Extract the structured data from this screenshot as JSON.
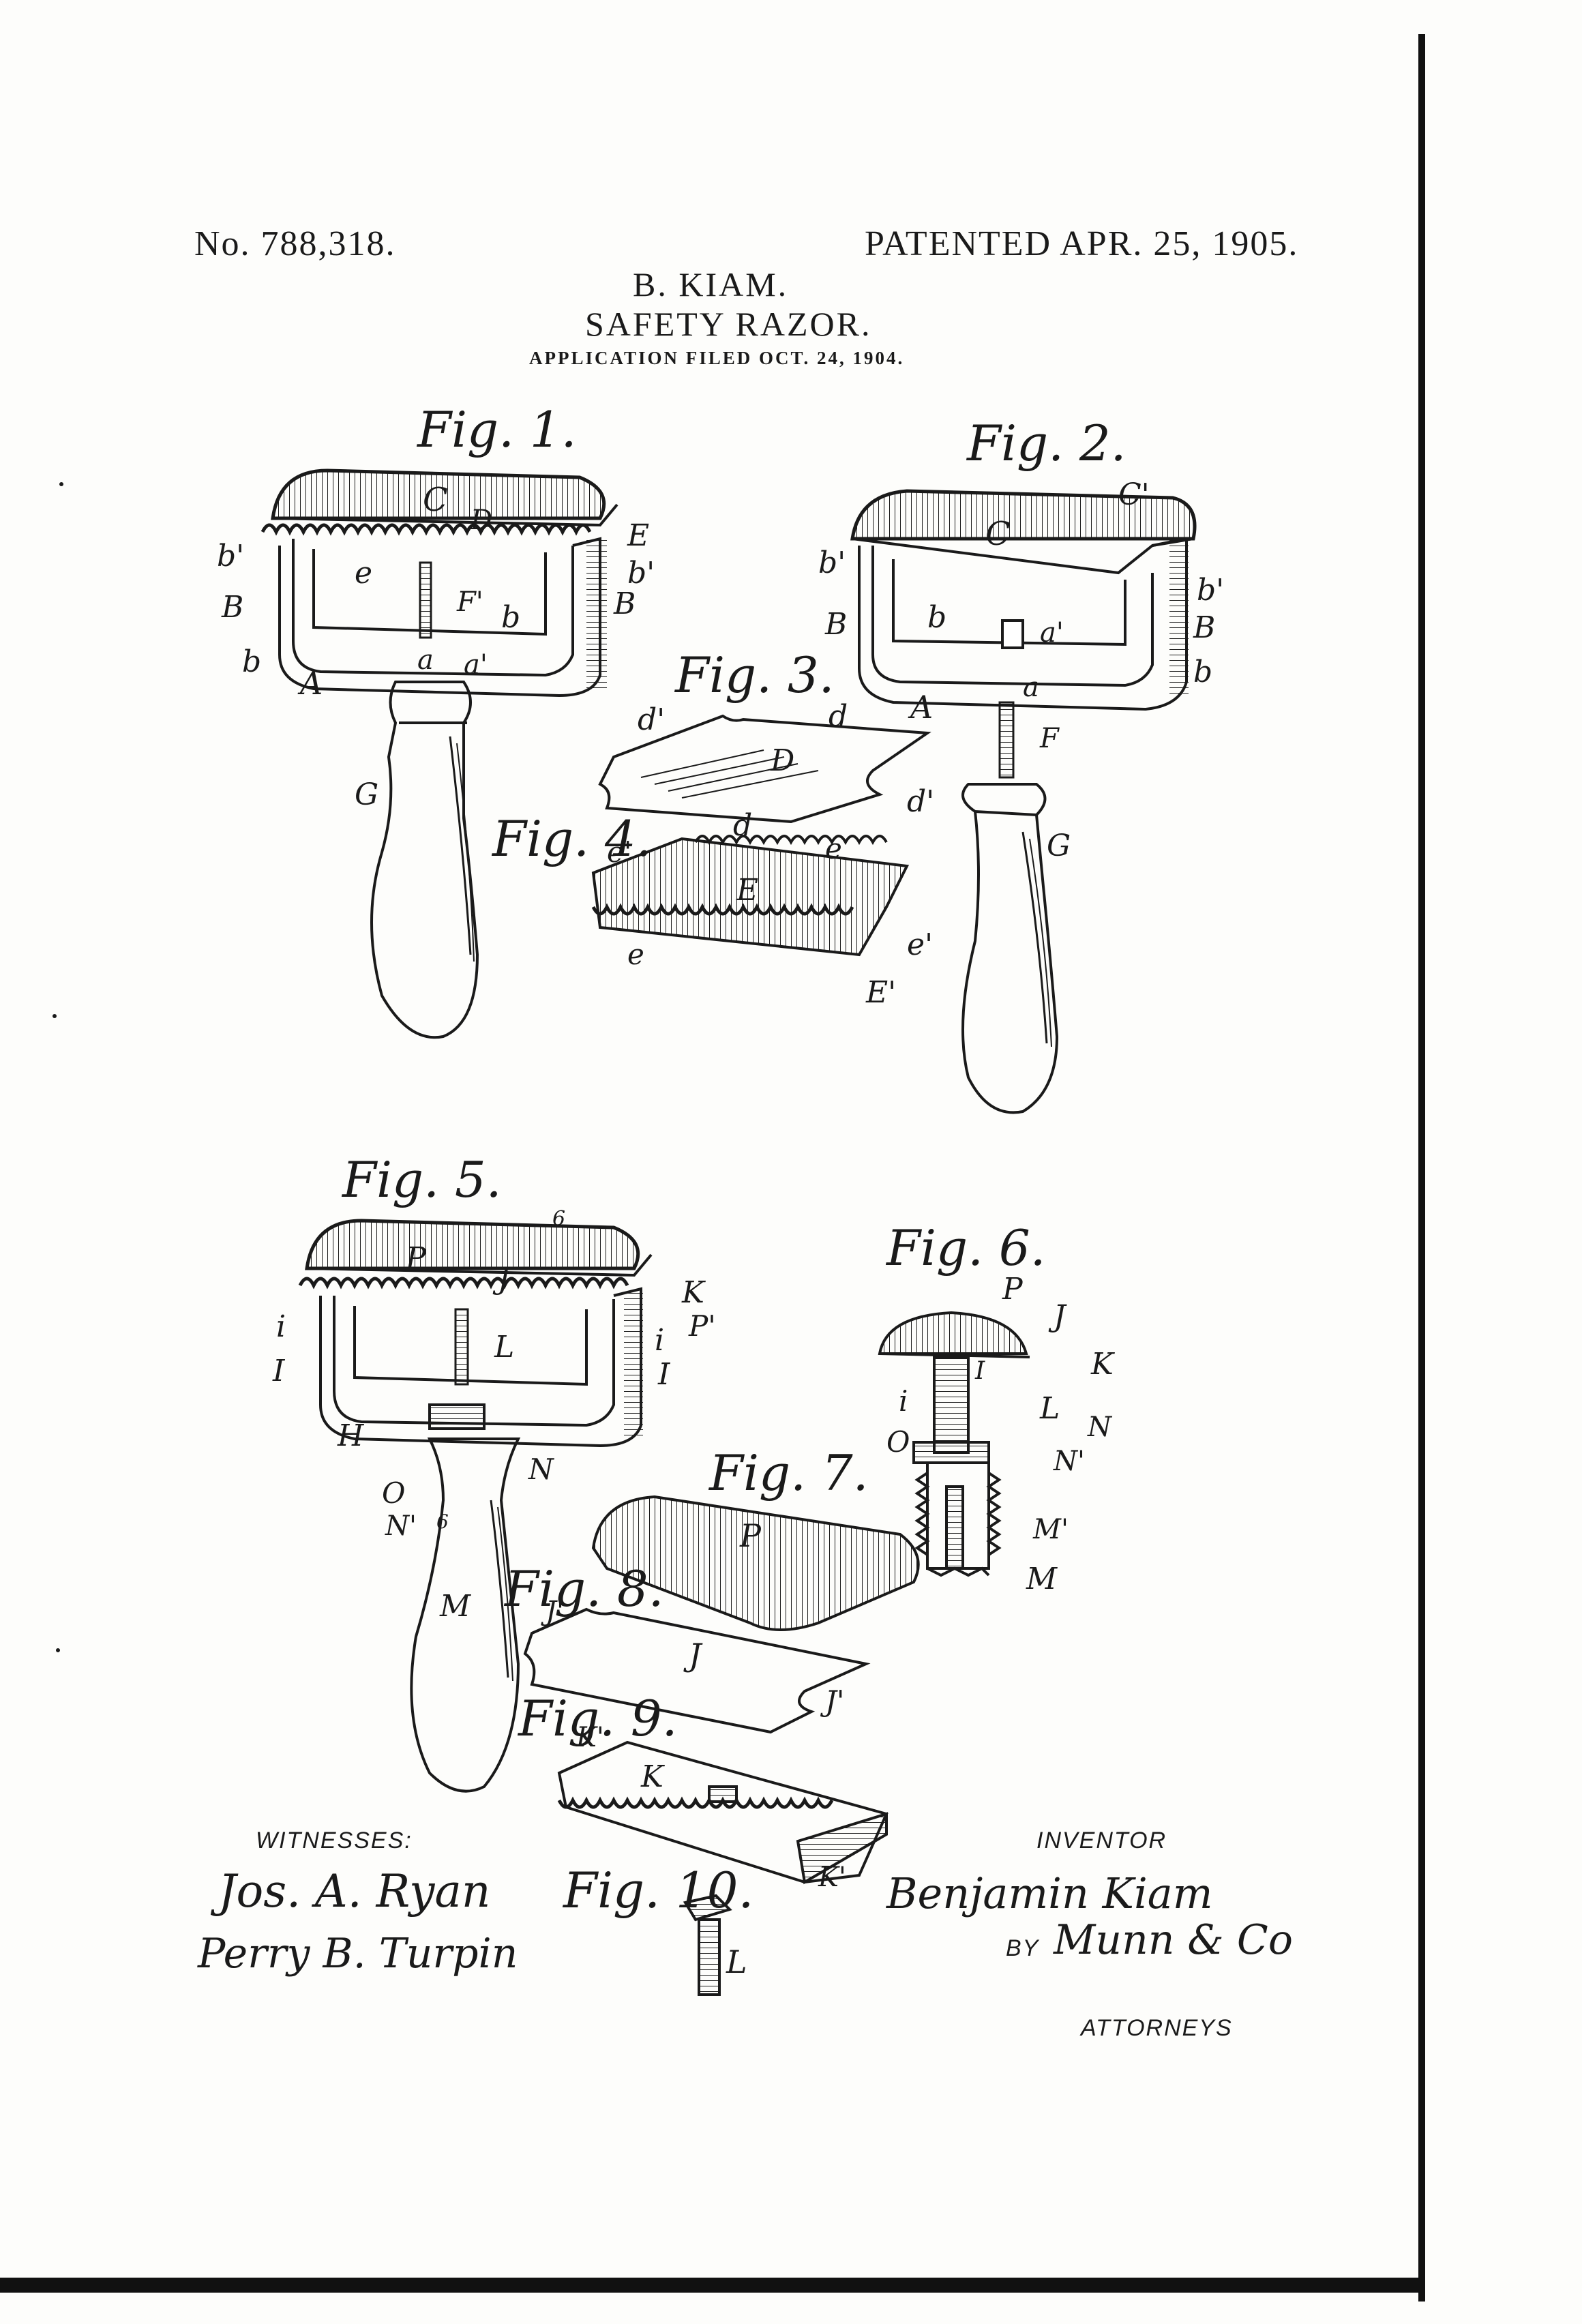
{
  "header": {
    "patent_no": "No. 788,318.",
    "patented_date": "PATENTED APR. 25, 1905.",
    "inventor_name": "B. KIAM.",
    "title": "SAFETY RAZOR.",
    "application": "APPLICATION FILED OCT. 24, 1904."
  },
  "figures": {
    "fig1": "Fig. 1.",
    "fig2": "Fig. 2.",
    "fig3": "Fig. 3.",
    "fig4": "Fig. 4.",
    "fig5": "Fig. 5.",
    "fig6": "Fig. 6.",
    "fig7": "Fig. 7.",
    "fig8": "Fig. 8.",
    "fig9": "Fig. 9.",
    "fig10": "Fig. 10."
  },
  "reference_letters": {
    "fig1": [
      "C",
      "D",
      "E",
      "b'",
      "b'",
      "e",
      "B",
      "F'",
      "b",
      "B",
      "b",
      "a",
      "a'",
      "A",
      "G"
    ],
    "fig2": [
      "C'",
      "C",
      "b'",
      "b'",
      "B",
      "b",
      "a'",
      "B",
      "A",
      "a",
      "b",
      "F",
      "G"
    ],
    "fig3": [
      "d'",
      "d",
      "D",
      "d'",
      "d"
    ],
    "fig4": [
      "e'",
      "e",
      "E",
      "e'",
      "e",
      "E'"
    ],
    "fig5": [
      "6",
      "P",
      "J",
      "K",
      "i",
      "P'",
      "L",
      "i",
      "I",
      "I",
      "H",
      "N",
      "O",
      "N'",
      "6",
      "M"
    ],
    "fig6": [
      "P",
      "J",
      "I",
      "K",
      "i",
      "L",
      "N",
      "O",
      "N'",
      "M'",
      "M"
    ],
    "fig7": [
      "P"
    ],
    "fig8": [
      "J'",
      "J",
      "J'"
    ],
    "fig9": [
      "K'",
      "K",
      "K'"
    ],
    "fig10": [
      "L"
    ]
  },
  "footer": {
    "witnesses_label": "WITNESSES:",
    "witness_1": "Jos. A. Ryan",
    "witness_2": "Perry B. Turpin",
    "inventor_label": "INVENTOR",
    "inventor_signature": "Benjamin Kiam",
    "by_label": "BY",
    "attorney_signature": "Munn & Co",
    "attorneys_label": "ATTORNEYS"
  },
  "colors": {
    "ink": "#1a1a1a",
    "paper": "#fdfdfb",
    "frame": "#111111"
  }
}
